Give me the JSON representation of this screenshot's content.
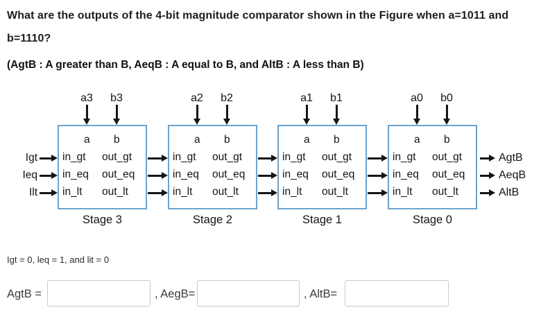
{
  "question": {
    "line1": "What are the outputs of the 4-bit magnitude comparator shown in the Figure when a=1011 and b=1110?",
    "line2": "(AgtB : A greater than B, AeqB : A equal to B, and AltB : A less than B)"
  },
  "diagram": {
    "box_border_color": "#6ba3cf",
    "ports": {
      "a": "a",
      "b": "b",
      "in_gt": "in_gt",
      "in_eq": "in_eq",
      "in_lt": "in_lt",
      "out_gt": "out_gt",
      "out_eq": "out_eq",
      "out_lt": "out_lt"
    },
    "left_inputs": [
      {
        "label": "Igt"
      },
      {
        "label": "Ieq"
      },
      {
        "label": "Ilt"
      }
    ],
    "right_outputs": [
      {
        "label": "AgtB"
      },
      {
        "label": "AeqB"
      },
      {
        "label": "AltB"
      }
    ],
    "stages": [
      {
        "a_input": "a3",
        "b_input": "b3",
        "caption": "Stage 3"
      },
      {
        "a_input": "a2",
        "b_input": "b2",
        "caption": "Stage 2"
      },
      {
        "a_input": "a1",
        "b_input": "b1",
        "caption": "Stage 1"
      },
      {
        "a_input": "a0",
        "b_input": "b0",
        "caption": "Stage 0"
      }
    ]
  },
  "given": "Igt = 0, leq = 1, and lit = 0",
  "answers": [
    {
      "label": "AgtB =",
      "value": ""
    },
    {
      "label": ", AegB=",
      "value": ""
    },
    {
      "label": ", AltB=",
      "value": ""
    }
  ]
}
